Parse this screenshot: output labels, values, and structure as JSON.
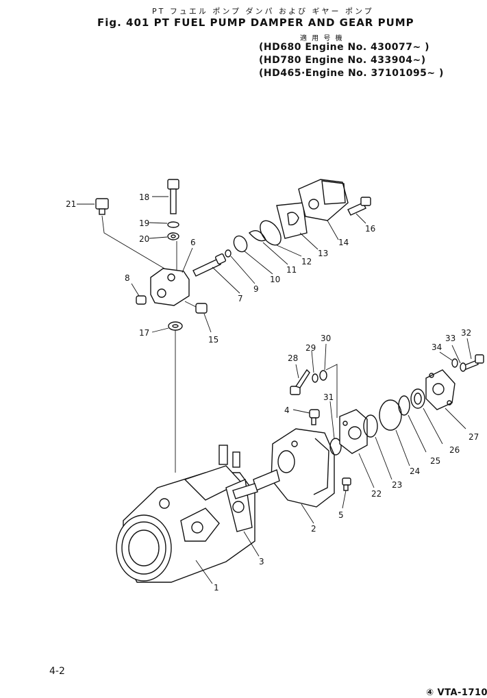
{
  "header": {
    "kana_title": "PT フュエル ポンプ ダンパ および ギヤー ポンプ",
    "figure_title": "Fig. 401  PT FUEL PUMP DAMPER AND GEAR PUMP",
    "applicability_heading": "適 用 号 機",
    "applicability": [
      "(HD680 Engine No. 430077~ )",
      "(HD780 Engine No. 433904~)",
      "(HD465·Engine No. 37101095~ )"
    ]
  },
  "callouts": [
    "1",
    "2",
    "3",
    "4",
    "5",
    "6",
    "7",
    "8",
    "9",
    "10",
    "11",
    "12",
    "13",
    "14",
    "15",
    "16",
    "17",
    "18",
    "19",
    "20",
    "21",
    "22",
    "23",
    "24",
    "25",
    "26",
    "27",
    "28",
    "29",
    "30",
    "31",
    "32",
    "33",
    "34"
  ],
  "footer": {
    "page_number": "4-2",
    "code": "④ VTA-1710"
  }
}
